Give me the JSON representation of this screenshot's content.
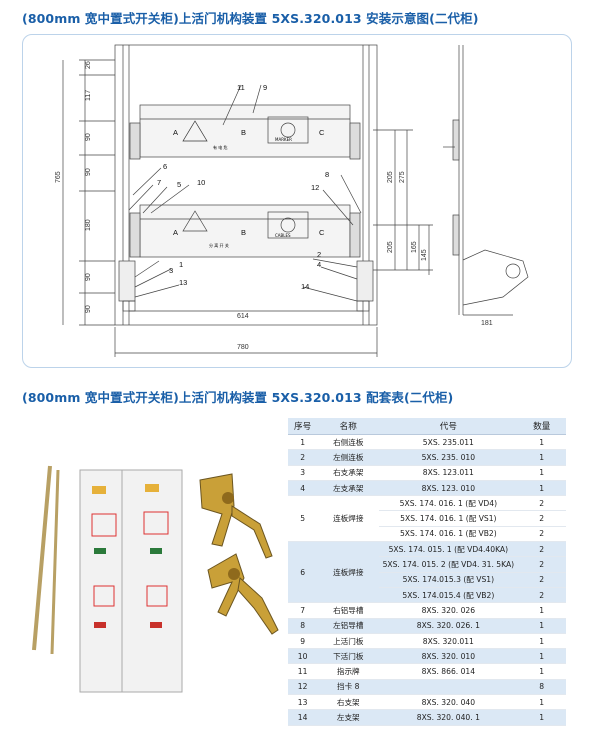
{
  "title1": "(800mm 宽中置式开关柜)上活门机构装置 5XS.320.013 安装示意图(二代柜)",
  "title2": "(800mm 宽中置式开关柜)上活门机构装置 5XS.320.013 配套表(二代柜)",
  "drawing": {
    "dims_left": [
      "26",
      "117",
      "90",
      "90",
      "180",
      "90",
      "90",
      "765"
    ],
    "dims_right": [
      "205",
      "275",
      "205",
      "165",
      "145"
    ],
    "dim_614": "614",
    "dim_780": "780",
    "dim_181": "181",
    "part_callouts": [
      "1",
      "2",
      "3",
      "4",
      "5",
      "6",
      "7",
      "8",
      "9",
      "10",
      "11",
      "12",
      "13",
      "14"
    ],
    "upper_plate_letters": [
      "A",
      "B",
      "C"
    ],
    "lower_plate_letters": [
      "A",
      "B",
      "C"
    ],
    "upper_sign_text": "有 电 危",
    "upper_indicator_text": "MARKER",
    "lower_sign_text": "分 离 开 关",
    "lower_indicator_text": "CABLES"
  },
  "table": {
    "headers": [
      "序号",
      "名称",
      "代号",
      "数量"
    ],
    "rows": [
      {
        "no": "1",
        "name": "右侧连板",
        "code": "5XS. 235.011",
        "qty": "1"
      },
      {
        "no": "2",
        "name": "左侧连板",
        "code": "5XS. 235. 010",
        "qty": "1"
      },
      {
        "no": "3",
        "name": "右支承架",
        "code": "8XS. 123.011",
        "qty": "1"
      },
      {
        "no": "4",
        "name": "左支承架",
        "code": "8XS. 123. 010",
        "qty": "1"
      },
      {
        "no": "5",
        "name": "连板焊接",
        "codes": [
          "5XS. 174. 016. 1 (配 VD4)",
          "5XS. 174. 016. 1 (配 VS1)",
          "5XS. 174. 016. 1 (配 VB2)"
        ],
        "qtys": [
          "2",
          "2",
          "2"
        ]
      },
      {
        "no": "6",
        "name": "连板焊接",
        "codes": [
          "5XS. 174. 015. 1 (配 VD4.40KA)",
          "5XS. 174. 015. 2 (配 VD4. 31. 5KA)",
          "5XS. 174.015.3 (配 VS1)",
          "5XS. 174.015.4 (配 VB2)"
        ],
        "qtys": [
          "2",
          "2",
          "2",
          "2"
        ]
      },
      {
        "no": "7",
        "name": "右铝导槽",
        "code": "8XS. 320. 026",
        "qty": "1"
      },
      {
        "no": "8",
        "name": "左铝导槽",
        "code": "8XS. 320. 026. 1",
        "qty": "1"
      },
      {
        "no": "9",
        "name": "上活门板",
        "code": "8XS. 320.011",
        "qty": "1"
      },
      {
        "no": "10",
        "name": "下活门板",
        "code": "8XS. 320. 010",
        "qty": "1"
      },
      {
        "no": "11",
        "name": "指示牌",
        "code": "8XS. 866. 014",
        "qty": "1"
      },
      {
        "no": "12",
        "name": "挡卡 8",
        "code": "",
        "qty": "8"
      },
      {
        "no": "13",
        "name": "右支架",
        "code": "8XS. 320. 040",
        "qty": "1"
      },
      {
        "no": "14",
        "name": "左支架",
        "code": "8XS. 320. 040. 1",
        "qty": "1"
      }
    ]
  }
}
